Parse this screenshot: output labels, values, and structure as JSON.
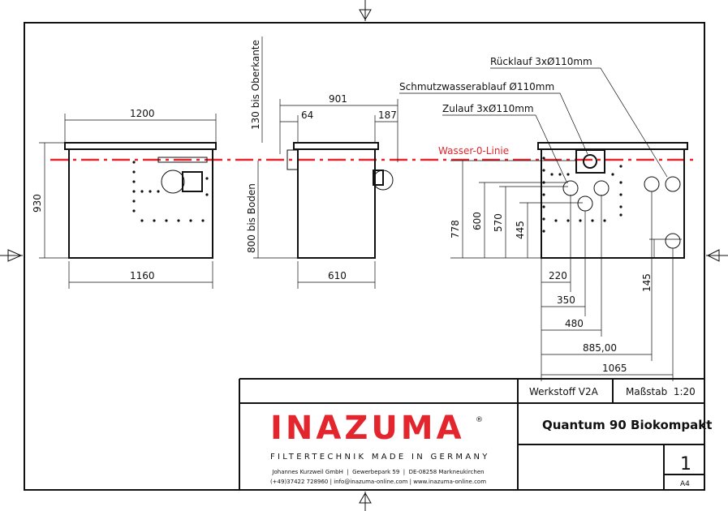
{
  "drawing": {
    "labels": {
      "return": "Rücklauf 3xØ110mm",
      "dirty_drain": "Schmutzwasserablauf Ø110mm",
      "inlet": "Zulauf 3xØ110mm",
      "water_line": "Wasser-0-Linie"
    },
    "front_view": {
      "width_top": "1200",
      "height": "930",
      "width_bottom": "1160"
    },
    "side_view": {
      "overall": "901",
      "left_offset": "64",
      "right_offset": "187",
      "to_top": "130 bis Oberkante",
      "to_bottom": "800 bis Boden",
      "width": "610"
    },
    "right_view": {
      "v": [
        "778",
        "600",
        "570",
        "445",
        "145"
      ],
      "h": [
        "220",
        "350",
        "480",
        "885,00",
        "1065"
      ]
    }
  },
  "title_block": {
    "material": "Werkstoff V2A",
    "scale": "Maßstab  1:20",
    "title": "Quantum 90 Biokompakt",
    "sheet": "1",
    "format": "A4",
    "logo": {
      "brand": "INAZUMA",
      "registered": "®",
      "tagline": "FILTERTECHNIK MADE IN GERMANY"
    },
    "address": "Johannes Kurzweil GmbH  |  Gewerbepark 59  |  DE-08258 Markneukirchen",
    "contact": "(+49)37422 728960 | info@inazuma-online.com | www.inazuma-online.com"
  },
  "colors": {
    "brand": "#e3262d",
    "water_line": "#e3262d"
  }
}
